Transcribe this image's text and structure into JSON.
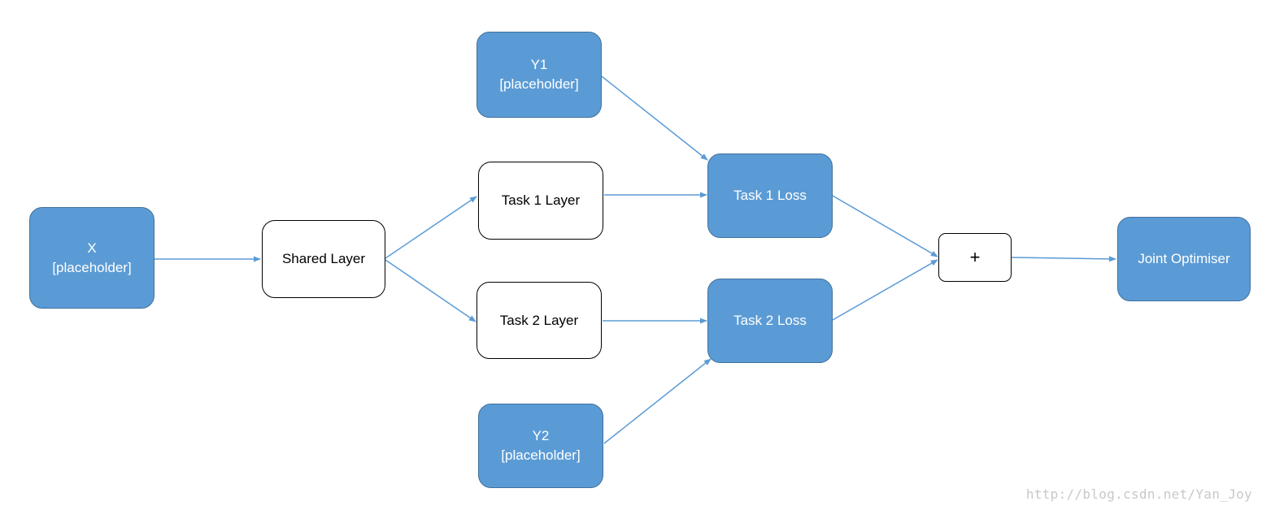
{
  "diagram": {
    "nodes": {
      "x": {
        "lines": [
          "X",
          "[placeholder]"
        ]
      },
      "shared": {
        "lines": [
          "Shared Layer"
        ]
      },
      "y1": {
        "lines": [
          "Y1",
          "[placeholder]"
        ]
      },
      "task1_layer": {
        "lines": [
          "Task 1 Layer"
        ]
      },
      "task2_layer": {
        "lines": [
          "Task 2 Layer"
        ]
      },
      "y2": {
        "lines": [
          "Y2",
          "[placeholder]"
        ]
      },
      "task1_loss": {
        "lines": [
          "Task 1 Loss"
        ]
      },
      "task2_loss": {
        "lines": [
          "Task 2 Loss"
        ]
      },
      "plus": {
        "lines": [
          "+"
        ]
      },
      "optimiser": {
        "lines": [
          "Joint Optimiser"
        ]
      }
    },
    "edges": [
      {
        "from": "x",
        "to": "shared"
      },
      {
        "from": "shared",
        "to": "task1_layer"
      },
      {
        "from": "shared",
        "to": "task2_layer"
      },
      {
        "from": "y1",
        "to": "task1_loss"
      },
      {
        "from": "task1_layer",
        "to": "task1_loss"
      },
      {
        "from": "task2_layer",
        "to": "task2_loss"
      },
      {
        "from": "y2",
        "to": "task2_loss"
      },
      {
        "from": "task1_loss",
        "to": "plus"
      },
      {
        "from": "task2_loss",
        "to": "plus"
      },
      {
        "from": "plus",
        "to": "optimiser"
      }
    ],
    "colors": {
      "node_fill": "#5b9bd5",
      "node_border": "#41719c",
      "edge": "#5b9bd5",
      "watermark": "#c8c8c8"
    }
  },
  "watermark": "http://blog.csdn.net/Yan_Joy"
}
